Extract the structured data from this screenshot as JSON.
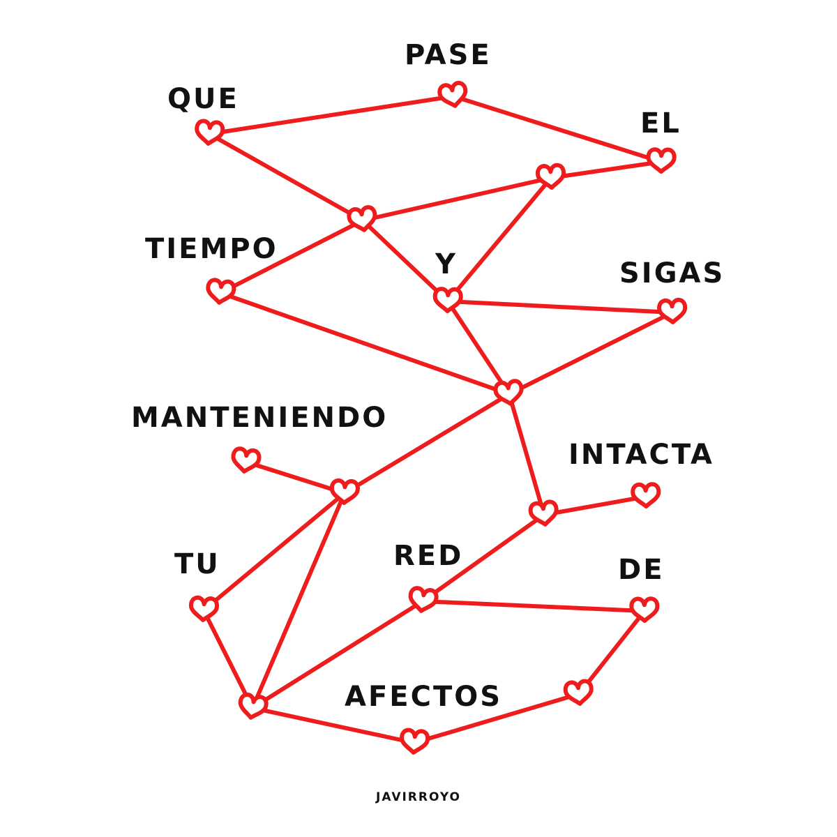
{
  "words": {
    "que": "QUE",
    "pase": "PASE",
    "el": "EL",
    "tiempo": "TIEMPO",
    "y": "Y",
    "sigas": "SIGAS",
    "manteniendo": "MANTENIENDO",
    "intacta": "INTACTA",
    "tu": "TU",
    "red": "RED",
    "de": "DE",
    "afectos": "AFECTOS"
  },
  "signature": "JAVIRROYO",
  "colors": {
    "line": "#ee1c1c",
    "text": "#111111",
    "background": "#ffffff"
  },
  "shape_icon": "heart-icon",
  "network": {
    "connections": [
      [
        "pase",
        "que"
      ],
      [
        "pase",
        "el"
      ],
      [
        "que",
        "hub1"
      ],
      [
        "hub1",
        "hub2"
      ],
      [
        "hub2",
        "el"
      ],
      [
        "hub1",
        "tiempo"
      ],
      [
        "hub1",
        "y"
      ],
      [
        "hub2",
        "y"
      ],
      [
        "y",
        "sigas"
      ],
      [
        "tiempo",
        "center"
      ],
      [
        "y",
        "center"
      ],
      [
        "sigas",
        "center"
      ],
      [
        "center",
        "hub3"
      ],
      [
        "manteniendo",
        "hub3"
      ],
      [
        "center",
        "hub4"
      ],
      [
        "hub4",
        "intacta"
      ],
      [
        "hub3",
        "tu"
      ],
      [
        "hub3",
        "bottom"
      ],
      [
        "tu",
        "bottom"
      ],
      [
        "hub4",
        "red"
      ],
      [
        "red",
        "bottom"
      ],
      [
        "red",
        "de"
      ],
      [
        "de",
        "right"
      ],
      [
        "bottom",
        "afectos"
      ],
      [
        "afectos",
        "right"
      ]
    ]
  }
}
